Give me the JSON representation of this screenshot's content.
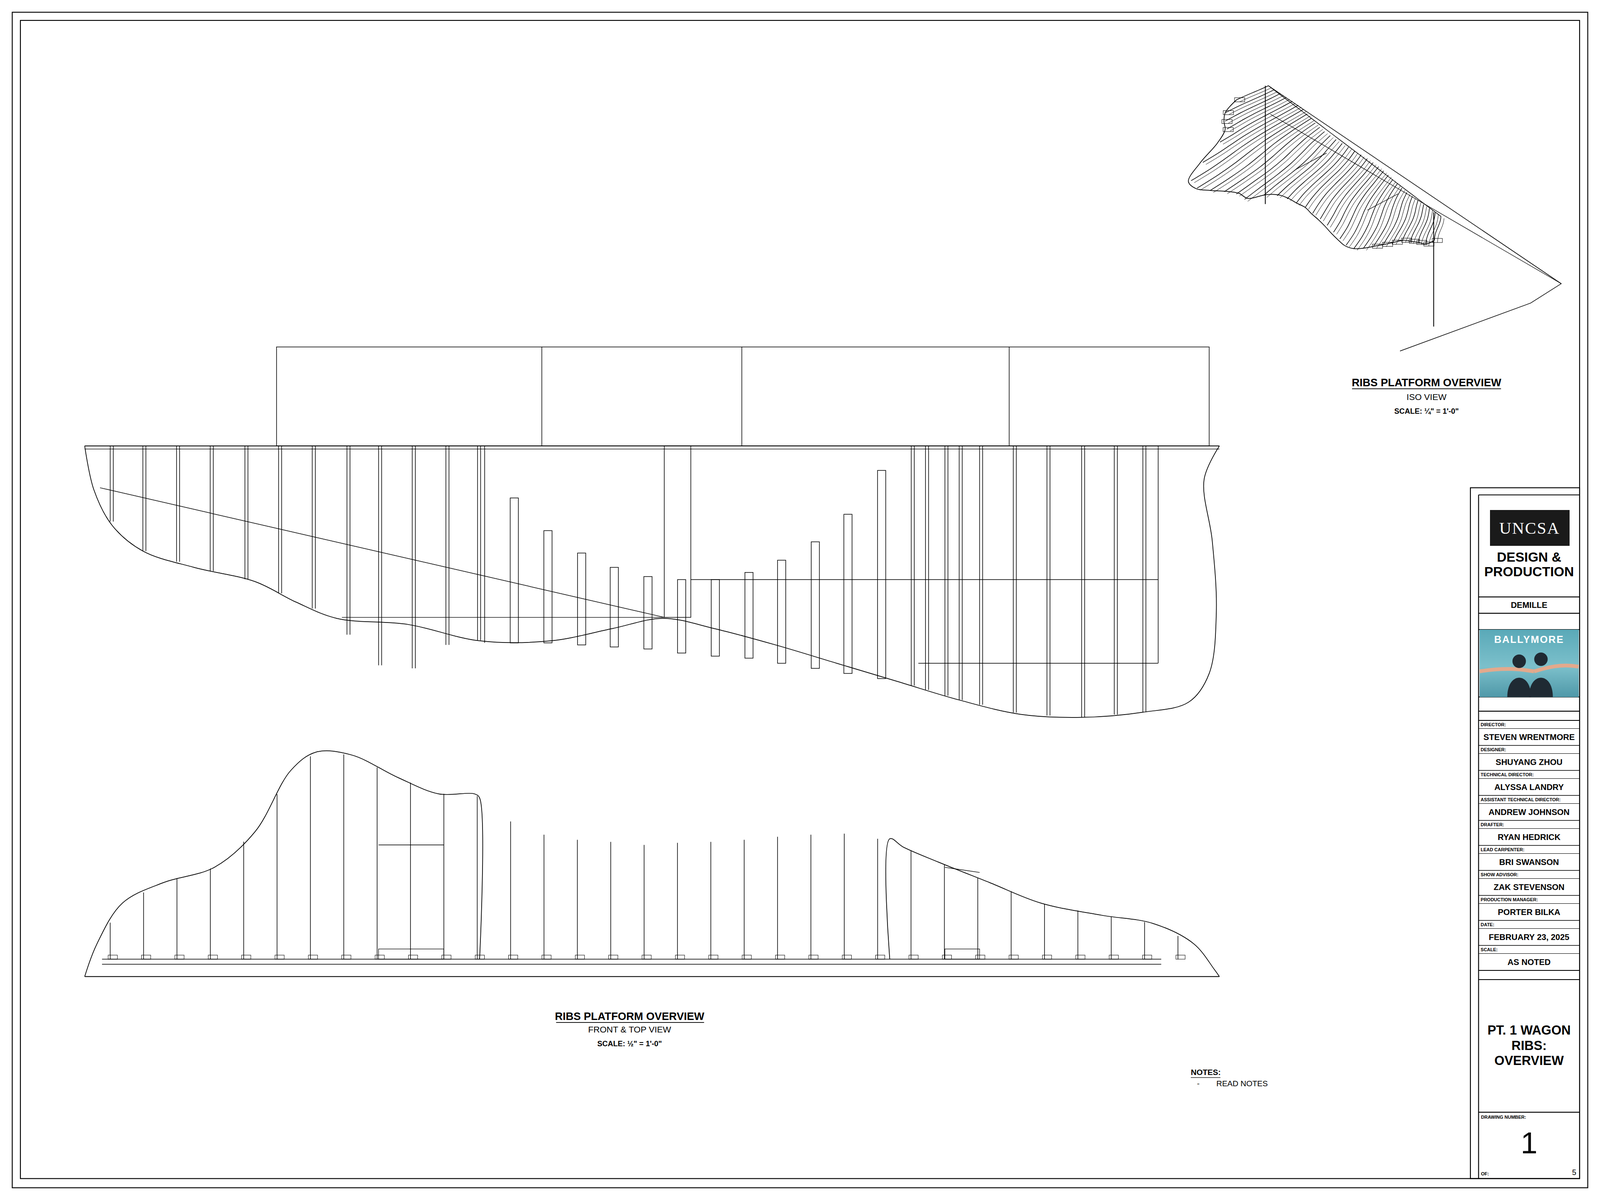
{
  "diagram": {
    "nodes": [
      {
        "text": [
          "DESIGN & PRODUCTION"
        ]
      },
      {
        "text": [
          "UNCSA"
        ],
        "in": 0
      },
      {
        "text": [
          "DEMILLE"
        ]
      },
      {
        "text": [
          "BALLYMORE"
        ]
      },
      {
        "text": [
          "DIRECTOR:",
          "STEVEN WRENTMORE"
        ]
      },
      {
        "text": [
          "DESIGNER:",
          "SHUYANG ZHOU"
        ]
      },
      {
        "text": [
          "TECHNICAL DIRECTOR:",
          "ALYSSA LANDRY"
        ]
      },
      {
        "text": [
          "ASSISTANT TECHNICAL DIRECTOR:",
          "ANDREW JOHNSON"
        ]
      },
      {
        "text": [
          "DRAFTER:",
          "RYAN HEDRICK"
        ]
      },
      {
        "text": [
          "LEAD CARPENTER:",
          "BRI SWANSON"
        ]
      },
      {
        "text": [
          "SHOW ADVISOR:",
          "ZAK STEVENSON"
        ]
      },
      {
        "text": [
          "PRODUCTION MANAGER:",
          "PORTER BILKA"
        ]
      },
      {
        "text": [
          "DATE:",
          "FEBRUARY 23, 2025"
        ]
      },
      {
        "text": [
          "SCALE:",
          "AS NOTED"
        ]
      },
      {
        "text": [
          "PT. 1 WAGON RIBS: OVERVIEW"
        ]
      },
      {
        "text": [
          "DRAWING NUMBER:",
          "1",
          "OF:",
          "5"
        ]
      }
    ],
    "labels": [
      "RIBS PLATFORM OVERVIEW",
      "ISO VIEW",
      "SCALE: ¼\" = 1'-0\"",
      "RIBS PLATFORM OVERVIEW",
      "FRONT & TOP VIEW",
      "SCALE: ½\" = 1'-0\"",
      "NOTES:",
      "-",
      "READ NOTES"
    ]
  }
}
